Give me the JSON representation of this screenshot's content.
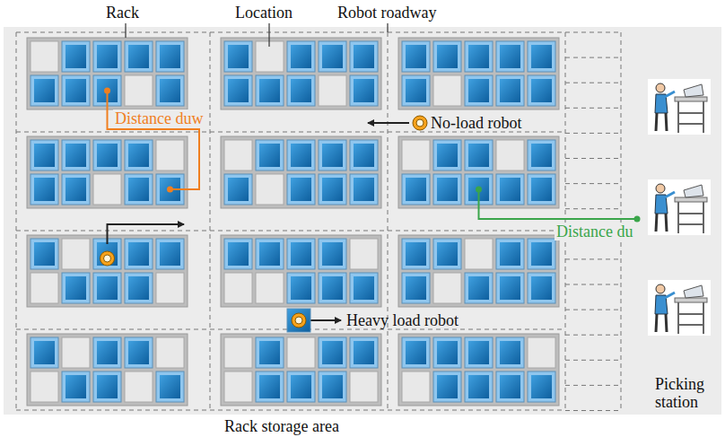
{
  "diagram": {
    "labels": [
      "Rack",
      "Location",
      "Robot roadway",
      "Distance duw",
      "No-load robot",
      "Distance du",
      "Heavy load robot",
      "Picking station",
      "Rack storage area"
    ]
  }
}
